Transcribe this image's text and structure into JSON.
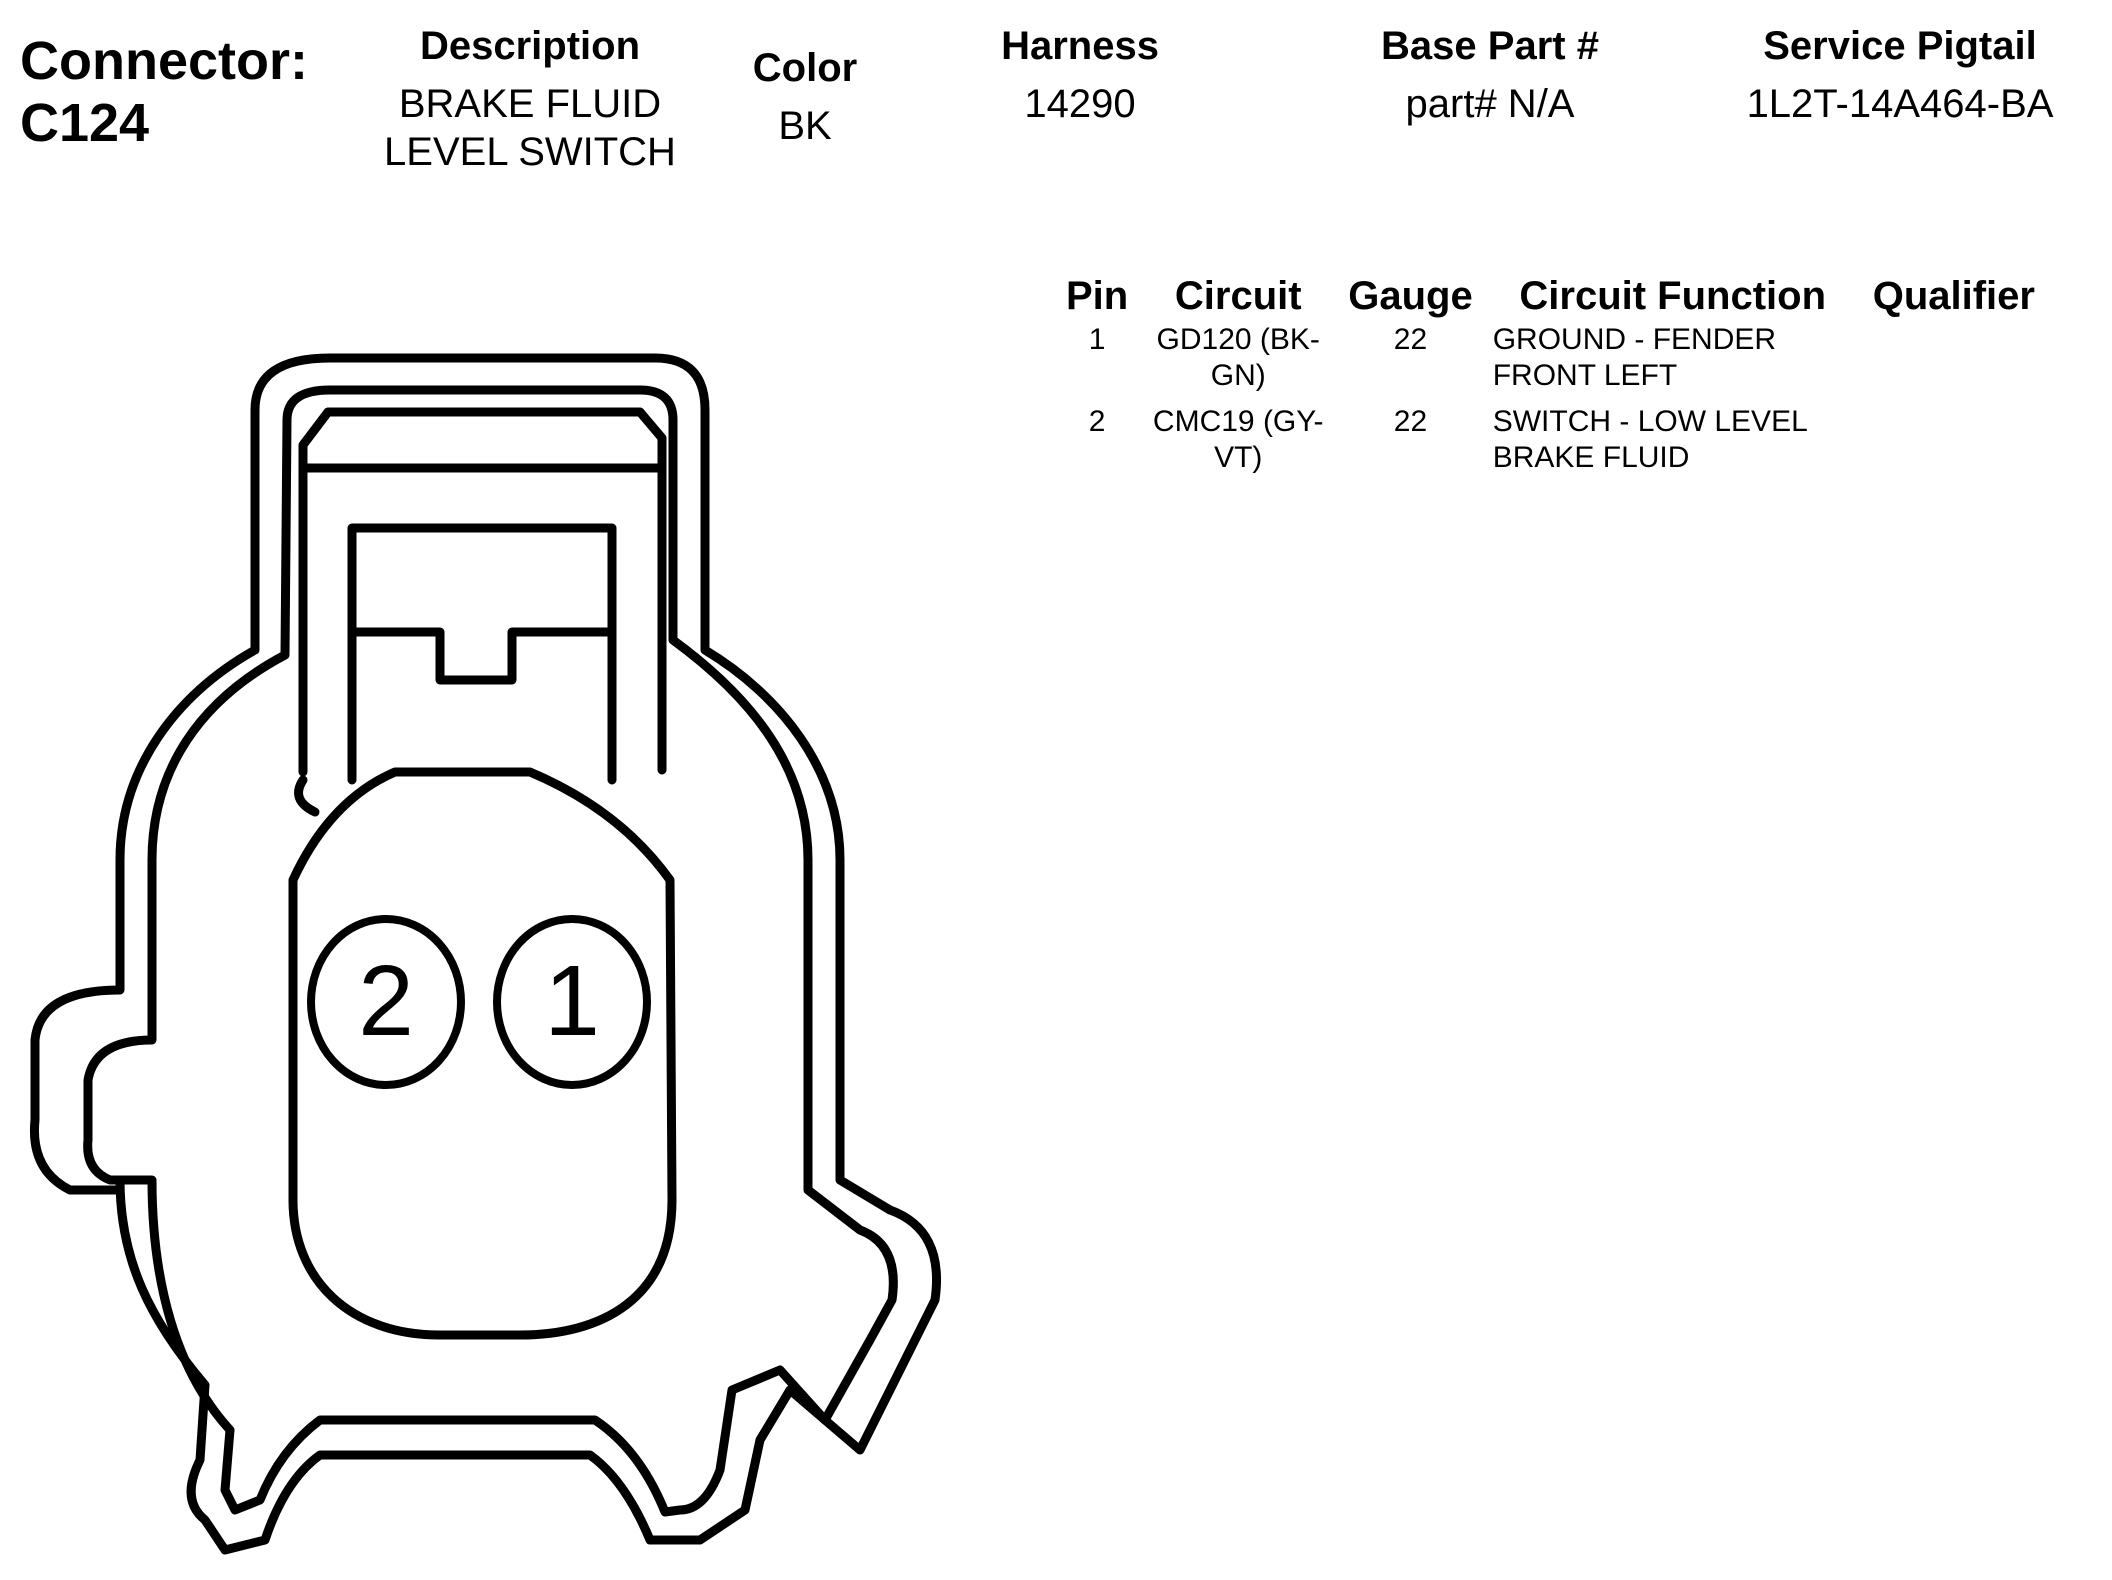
{
  "connector": {
    "label": "Connector:",
    "id": "C124"
  },
  "header": {
    "description": {
      "label": "Description",
      "value": "BRAKE FLUID LEVEL SWITCH",
      "line1": "BRAKE FLUID",
      "line2": "LEVEL SWITCH"
    },
    "color": {
      "label": "Color",
      "value": "BK"
    },
    "harness": {
      "label": "Harness",
      "value": "14290"
    },
    "base_part": {
      "label": "Base Part #",
      "value": "part# N/A"
    },
    "service_pigtail": {
      "label": "Service Pigtail",
      "value": "1L2T-14A464-BA"
    }
  },
  "pin_table": {
    "headers": [
      "Pin",
      "Circuit",
      "Gauge",
      "Circuit Function",
      "Qualifier"
    ],
    "rows": [
      {
        "pin": "1",
        "circuit": "GD120 (BK-GN)",
        "gauge": "22",
        "function": "GROUND - FENDER FRONT LEFT",
        "qualifier": ""
      },
      {
        "pin": "2",
        "circuit": "CMC19 (GY-VT)",
        "gauge": "22",
        "function": "SWITCH - LOW LEVEL BRAKE FLUID",
        "qualifier": ""
      }
    ]
  },
  "diagram": {
    "pin_labels": [
      "2",
      "1"
    ]
  }
}
